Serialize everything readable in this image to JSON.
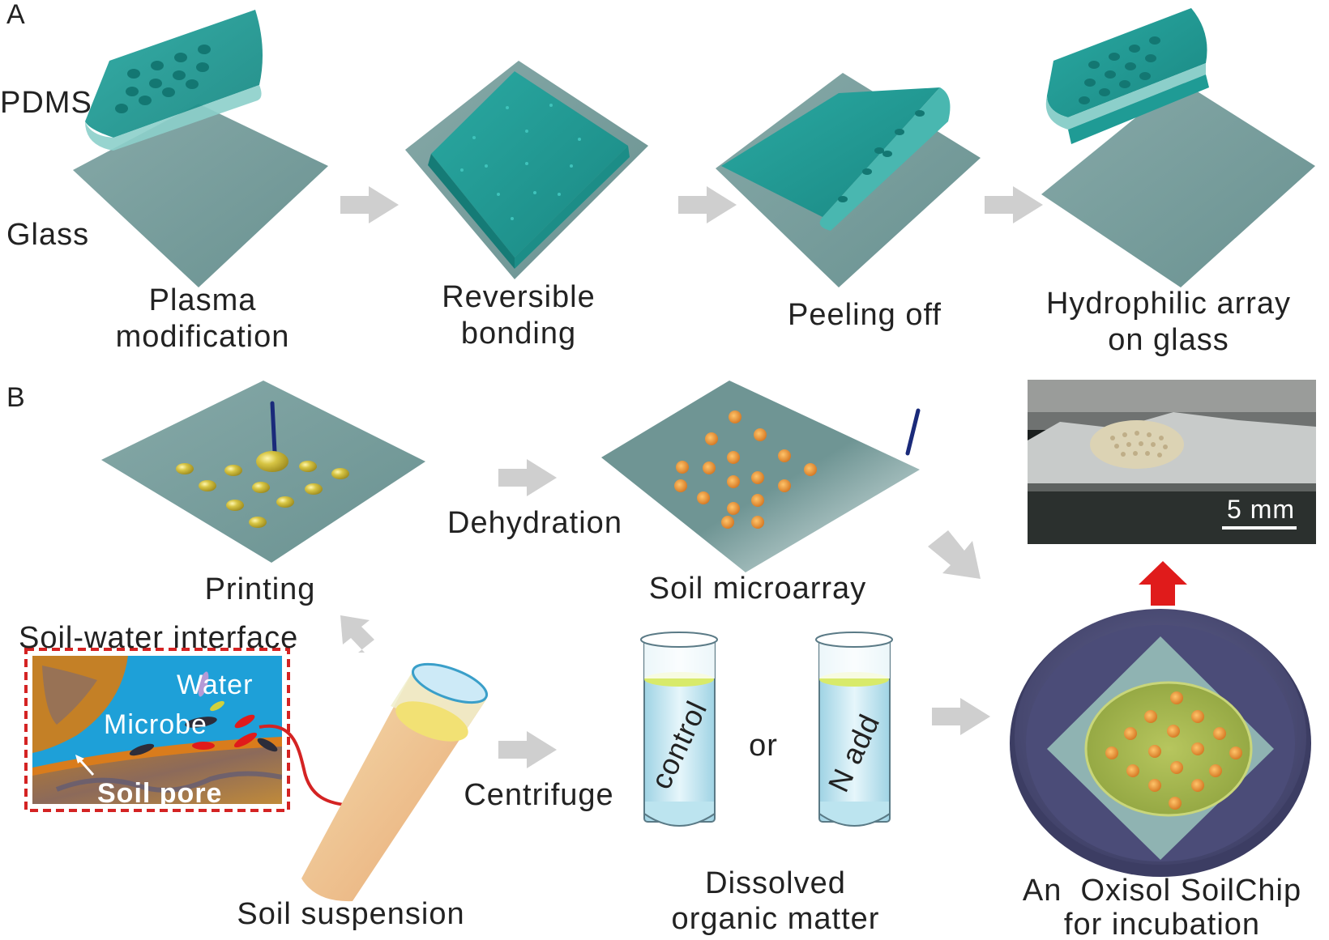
{
  "panel_a": {
    "panel_label": "A",
    "material_top": "PDMS",
    "material_bottom": "Glass",
    "steps": [
      {
        "line1": "Plasma",
        "line2": "modification"
      },
      {
        "line1": "Reversible",
        "line2": "bonding"
      },
      {
        "line1": "Peeling off",
        "line2": ""
      },
      {
        "line1": "Hydrophilic array",
        "line2": "on glass"
      }
    ]
  },
  "panel_b": {
    "panel_label": "B",
    "printing": "Printing",
    "dehydration": "Dehydration",
    "soil_microarray": "Soil microarray",
    "inset": {
      "title": "Soil-water interface",
      "water": "Water",
      "microbe": "Microbe",
      "soil_pore": "Soil pore"
    },
    "soil_suspension": "Soil suspension",
    "centrifuge": "Centrifuge",
    "tube_control": "control",
    "or": "or",
    "tube_n_add": "N add",
    "dom_line1": "Dissolved",
    "dom_line2": "organic matter",
    "soilchip_line1": "An  Oxisol SoilChip",
    "soilchip_line2": "for incubation",
    "scale_bar": "5 mm"
  },
  "colors": {
    "glass": "#6f9a99",
    "pdms": "#1f9b95",
    "droplet": "#c9b73a",
    "soil_dot": "#e08a2a",
    "arrow_gray": "#cfcfcf",
    "arrow_red": "#e01b1b",
    "dish": "#54557f"
  }
}
